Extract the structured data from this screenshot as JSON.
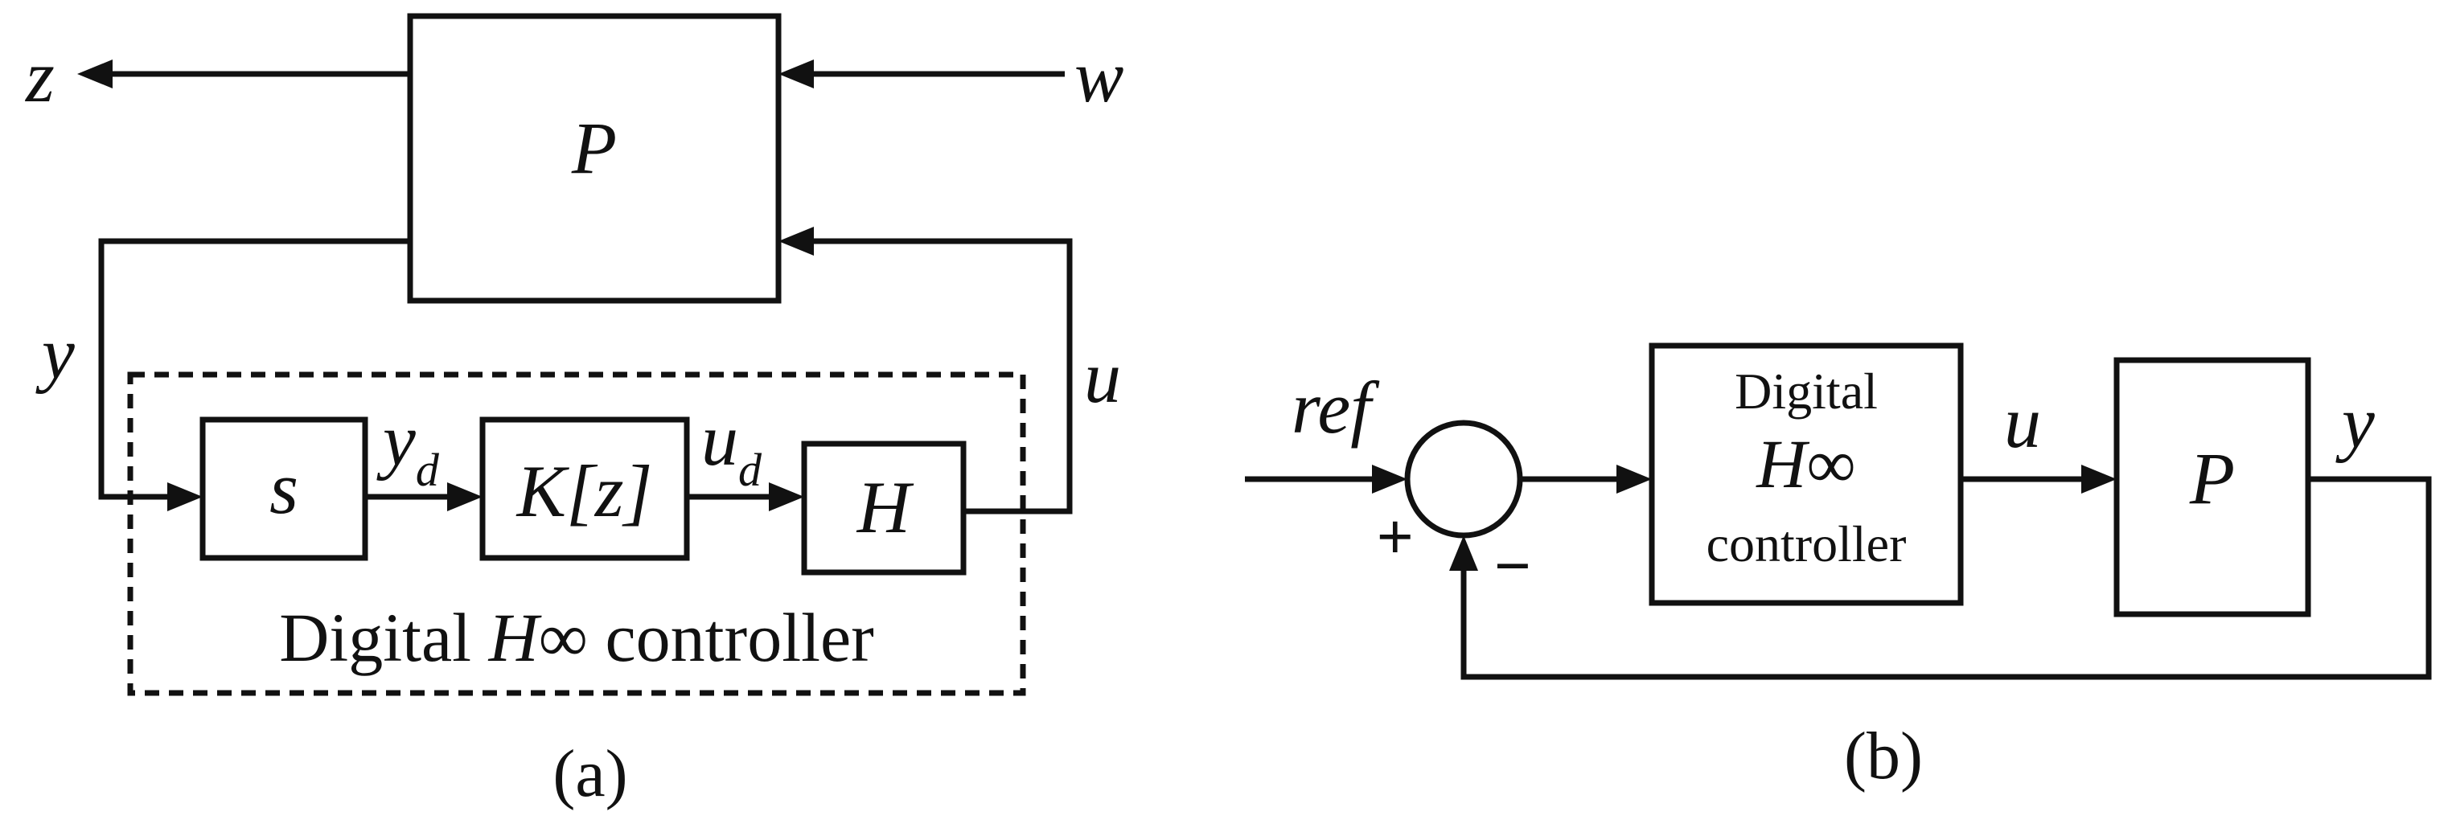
{
  "diagram_a": {
    "caption": "(a)",
    "plant_label": "P",
    "output_z": "z",
    "input_w": "w",
    "signal_y": "y",
    "signal_u": "u",
    "sampler_label": "s",
    "signal_yd_base": "y",
    "signal_yd_sub": "d",
    "controller_block_label": "K[z]",
    "signal_ud_base": "u",
    "signal_ud_sub": "d",
    "hold_label": "H",
    "group_label_prefix": "Digital ",
    "group_label_h": "H",
    "group_label_inf": "∞",
    "group_label_suffix": " controller"
  },
  "diagram_b": {
    "caption": "(b)",
    "reference_label": "ref",
    "plus_sign": "+",
    "minus_sign": "−",
    "controller_line1": "Digital",
    "controller_h": "H",
    "controller_inf": "∞",
    "controller_line3": "controller",
    "signal_u": "u",
    "plant_label": "P",
    "signal_y": "y"
  }
}
